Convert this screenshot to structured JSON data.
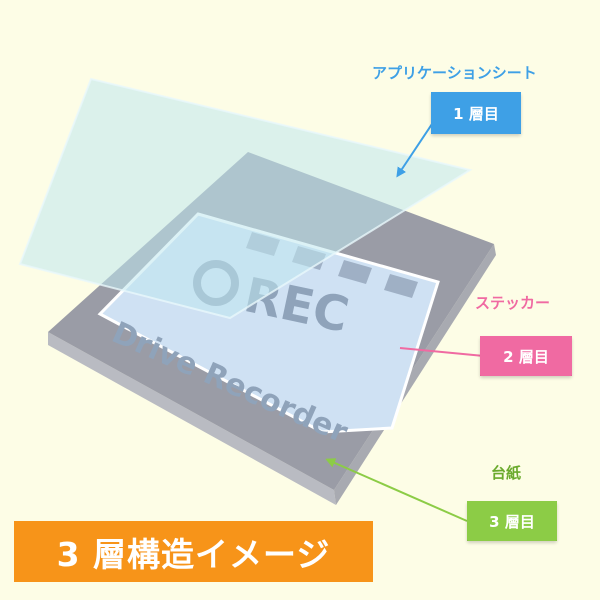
{
  "colors": {
    "background": "#fdfde6",
    "layer1_accent": "#3ea0e6",
    "layer2_accent": "#f06aa2",
    "layer3_accent": "#8ccc46",
    "caption_bg": "#f79419",
    "base_sheet": "#9a9ca6",
    "application_sheet": "#bfe8ef"
  },
  "layers": {
    "layer1": {
      "name": "アプリケーションシート",
      "badge": "1 層目"
    },
    "layer2": {
      "name": "ステッカー",
      "badge": "2 層目"
    },
    "layer3": {
      "name": "台紙",
      "badge": "3 層目"
    }
  },
  "sticker": {
    "rec_text": "REC",
    "subtitle": "Drive Recorder"
  },
  "caption": "3 層構造イメージ"
}
